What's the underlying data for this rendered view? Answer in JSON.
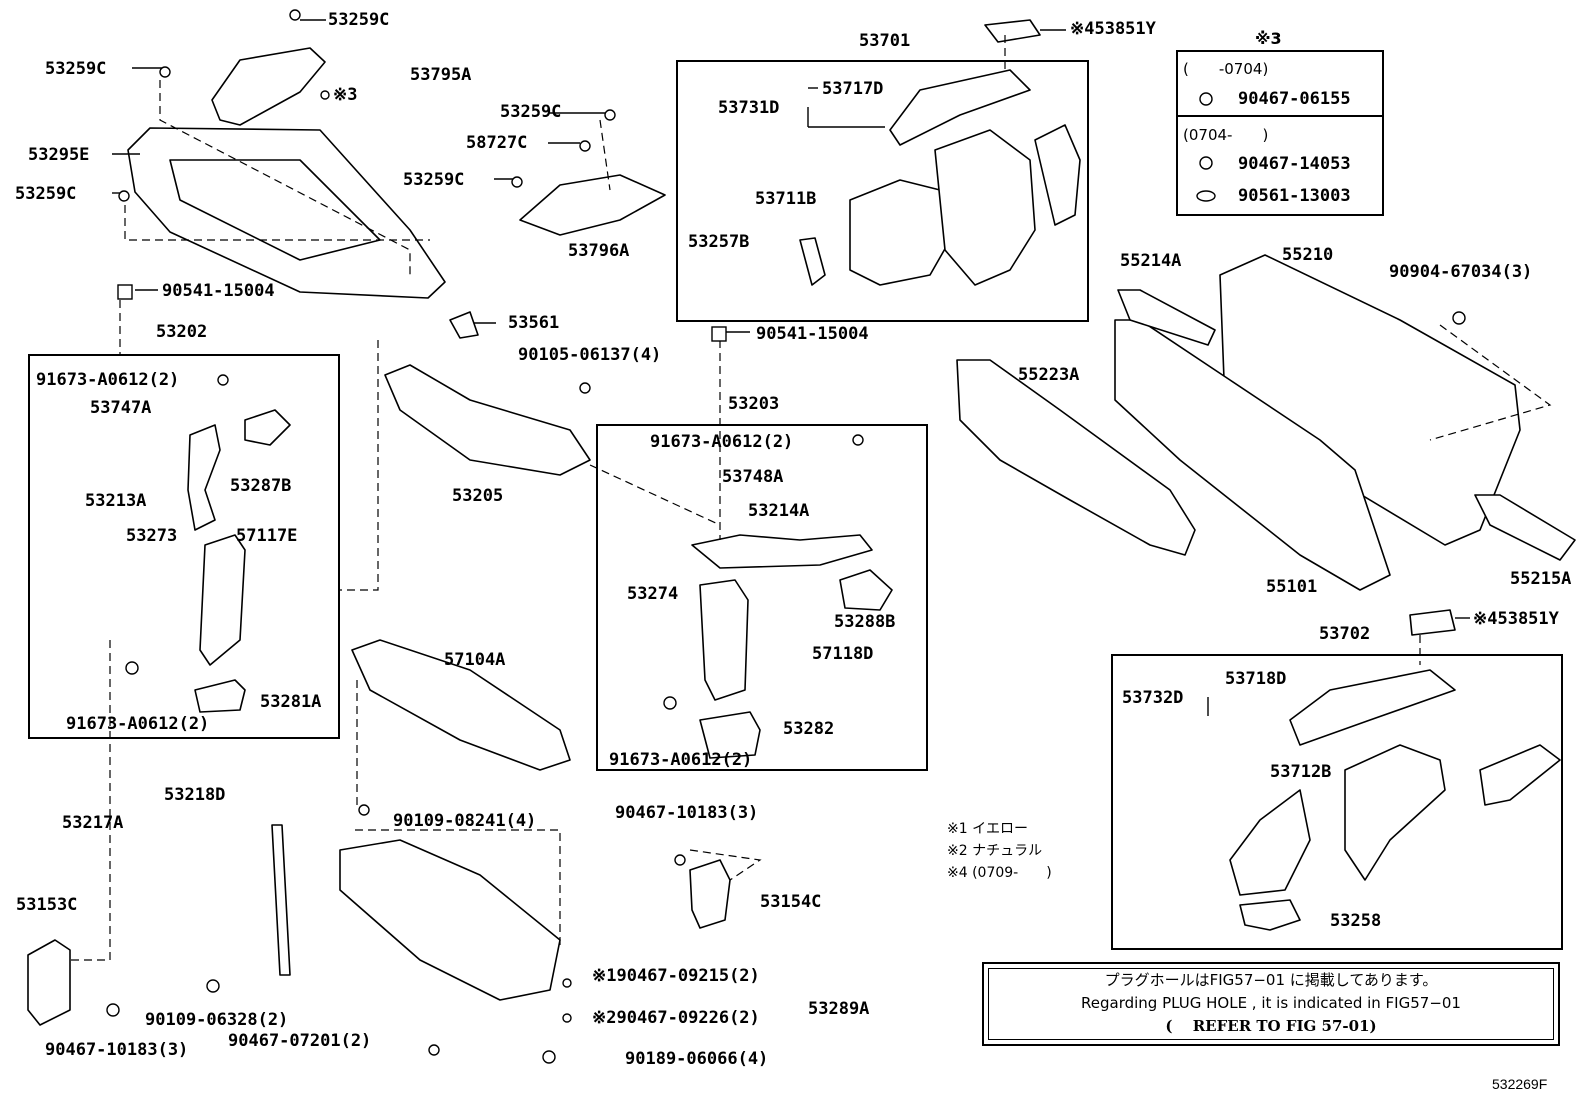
{
  "labels": {
    "p53259C_top": "53259C",
    "p53259C_left1": "53259C",
    "p53795A": "53795A",
    "p_x3_bolt": "※3",
    "p53295E": "53295E",
    "p53259C_left2": "53259C",
    "p90541_15004_left": "90541-15004",
    "p53202": "53202",
    "p91673_a0612_2a": "91673-A0612(2)",
    "p53747A": "53747A",
    "p53287B": "53287B",
    "p53213A": "53213A",
    "p53273": "53273",
    "p57117E": "57117E",
    "p53281A": "53281A",
    "p91673_a0612_2b": "91673-A0612(2)",
    "p53259C_mid1": "53259C",
    "p58727C": "58727C",
    "p53259C_mid2": "53259C",
    "p53796A": "53796A",
    "p53561": "53561",
    "p90105_06137": "90105-06137(4)",
    "p53205": "53205",
    "p57104A": "57104A",
    "p53218D": "53218D",
    "p53217A": "53217A",
    "p53153C": "53153C",
    "p90109_08241": "90109-08241(4)",
    "p90109_06328": "90109-06328(2)",
    "p90467_10183_left": "90467-10183(3)",
    "p90467_07201": "90467-07201(2)",
    "p90467_09215": "※190467-09215(2)",
    "p90467_09226": "※290467-09226(2)",
    "p90189_06066": "90189-06066(4)",
    "p53289A": "53289A",
    "p53701": "53701",
    "p53851Y_top": "※453851Y",
    "p53731D": "53731D",
    "p53717D": "53717D",
    "p53711B": "53711B",
    "p53257B": "53257B",
    "p90541_15004_mid": "90541-15004",
    "p53203": "53203",
    "p91673_a0612_2c": "91673-A0612(2)",
    "p53748A": "53748A",
    "p53214A": "53214A",
    "p53274": "53274",
    "p53288B": "53288B",
    "p57118D": "57118D",
    "p53282": "53282",
    "p91673_a0612_2d": "91673-A0612(2)",
    "p90467_10183_mid": "90467-10183(3)",
    "p53154C": "53154C",
    "p90467_06155": "90467-06155",
    "p90467_14053": "90467-14053",
    "p90561_13003": "90561-13003",
    "p55214A": "55214A",
    "p55210": "55210",
    "p90904_67034": "90904-67034(3)",
    "p55223A": "55223A",
    "p55101": "55101",
    "p55215A": "55215A",
    "p53851Y_bottom": "※453851Y",
    "p53702": "53702",
    "p53718D": "53718D",
    "p53732D": "53732D",
    "p53712B": "53712B",
    "p53258": "53258"
  },
  "symbol3_box": {
    "title": "※3",
    "range1": "(　　-0704)",
    "range2": "(0704-　　)"
  },
  "legend": {
    "line1": "※1 イエロー",
    "line2": "※2 ナチュラル",
    "line3": "※4 (0709-　　)"
  },
  "note": {
    "line1": "プラグホールはFIG57−01 に掲載してあります。",
    "line2": "Regarding PLUG HOLE , it is indicated in FIG57−01",
    "line3": "(　 REFER TO FIG 57-01)"
  },
  "figure_code": "532269F"
}
